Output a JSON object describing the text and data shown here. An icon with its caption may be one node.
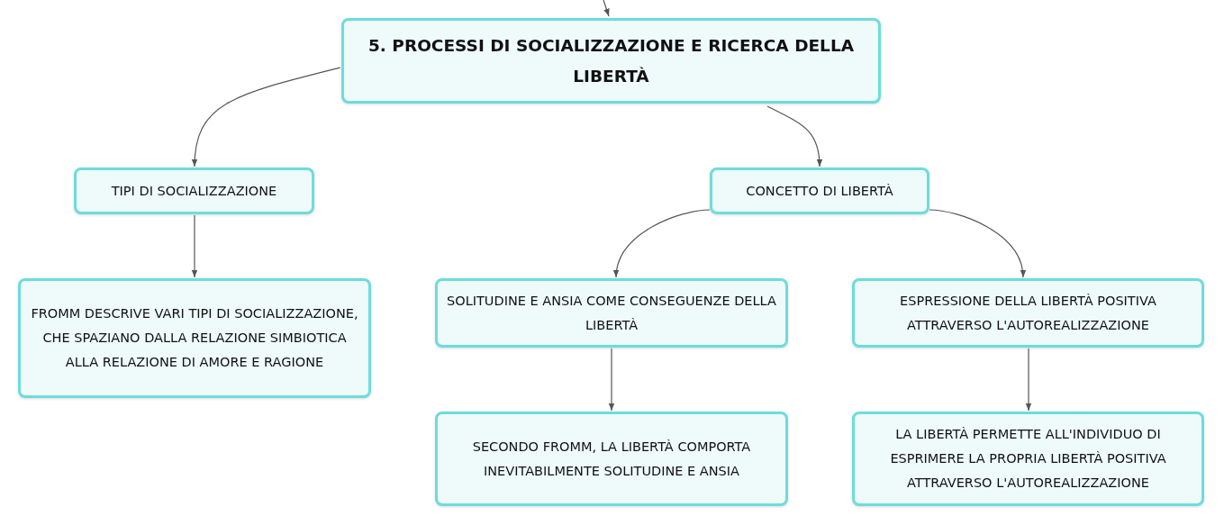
{
  "diagram": {
    "nodes": [
      {
        "text": [
          "5. PROCESSI DI SOCIALIZZAZIONE E RICERCA DELLA LIBERTÀ"
        ]
      },
      {
        "text": [
          "TIPI DI SOCIALIZZAZIONE"
        ]
      },
      {
        "text": [
          "CONCETTO DI LIBERTÀ"
        ]
      },
      {
        "text": [
          "FROMM DESCRIVE VARI TIPI DI SOCIALIZZAZIONE, CHE SPAZIANO DALLA RELAZIONE SIMBIOTICA ALLA RELAZIONE DI AMORE E RAGIONE"
        ]
      },
      {
        "text": [
          "SOLITUDINE E ANSIA COME CONSEGUENZE DELLA LIBERTÀ"
        ]
      },
      {
        "text": [
          "ESPRESSIONE DELLA LIBERTÀ POSITIVA ATTRAVERSO L'AUTOREALIZZAZIONE"
        ]
      },
      {
        "text": [
          "SECONDO FROMM, LA LIBERTÀ COMPORTA INEVITABILMENTE SOLITUDINE E ANSIA"
        ]
      },
      {
        "text": [
          "LA LIBERTÀ PERMETTE ALL'INDIVIDUO DI ESPRIMERE LA PROPRIA LIBERTÀ POSITIVA ATTRAVERSO L'AUTOREALIZZAZIONE"
        ]
      }
    ],
    "edges": [
      {
        "from": null,
        "to": 0,
        "arrow": "to"
      },
      {
        "from": 0,
        "to": 1,
        "arrow": "to"
      },
      {
        "from": 0,
        "to": 2,
        "arrow": "to"
      },
      {
        "from": 1,
        "to": 3,
        "arrow": "to"
      },
      {
        "from": 2,
        "to": 4,
        "arrow": "to"
      },
      {
        "from": 2,
        "to": 5,
        "arrow": "to"
      },
      {
        "from": 4,
        "to": 6,
        "arrow": "to"
      },
      {
        "from": 5,
        "to": 7,
        "arrow": "to"
      }
    ]
  }
}
